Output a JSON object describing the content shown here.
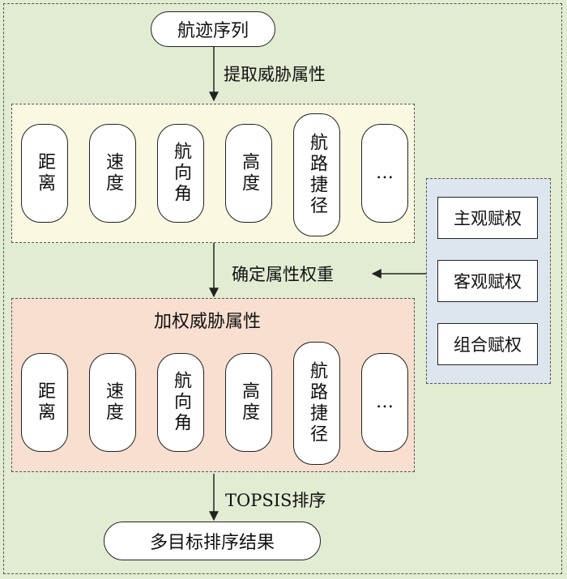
{
  "nodes": {
    "start": "航迹序列",
    "end": "多目标排序结果"
  },
  "edges": {
    "extract": "提取威胁属性",
    "weights": "确定属性权重",
    "topsis": "TOPSIS排序"
  },
  "groups": {
    "raw": {
      "attributes": [
        "距离",
        "速度",
        "航向角",
        "高度",
        "航路捷径",
        "…"
      ]
    },
    "weighted": {
      "title": "加权威胁属性",
      "attributes": [
        "距离",
        "速度",
        "航向角",
        "高度",
        "航路捷径",
        "…"
      ]
    }
  },
  "methods": [
    "主观赋权",
    "客观赋权",
    "组合赋权"
  ],
  "colors": {
    "background": "#e2ecd2",
    "raw_group": "#fbf8e2",
    "weighted_group": "#f8dfd0",
    "method_group": "#dde6ef"
  }
}
